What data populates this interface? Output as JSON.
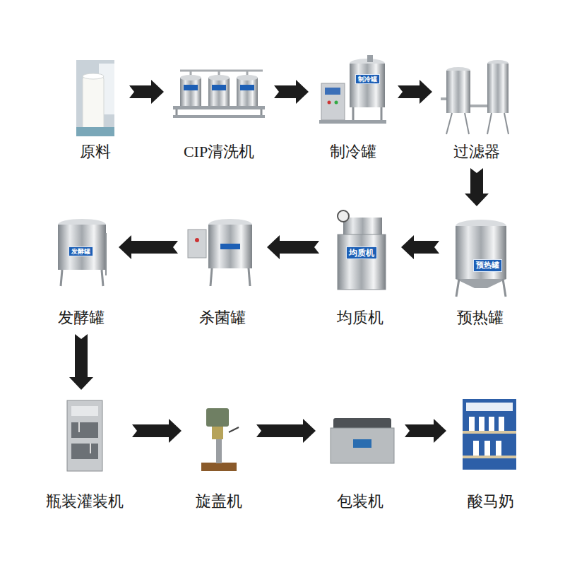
{
  "diagram": {
    "nodes": [
      {
        "text": [
          "原料"
        ]
      },
      {
        "text": [
          "CIP清洗机"
        ]
      },
      {
        "text": [
          "制冷罐"
        ]
      },
      {
        "text": [
          "过滤器"
        ]
      },
      {
        "text": [
          "预热罐"
        ]
      },
      {
        "text": [
          "均质机"
        ]
      },
      {
        "text": [
          "杀菌罐"
        ]
      },
      {
        "text": [
          "发酵罐"
        ]
      },
      {
        "text": [
          "瓶装灌装机"
        ]
      },
      {
        "text": [
          "旋盖机"
        ]
      },
      {
        "text": [
          "包装机"
        ]
      },
      {
        "text": [
          "酸马奶"
        ]
      }
    ],
    "edges": [
      {
        "from": 0,
        "to": 1,
        "arrow": "to"
      },
      {
        "from": 1,
        "to": 2,
        "arrow": "to"
      },
      {
        "from": 2,
        "to": 3,
        "arrow": "to"
      },
      {
        "from": 3,
        "to": 4,
        "arrow": "to"
      },
      {
        "from": 4,
        "to": 5,
        "arrow": "to"
      },
      {
        "from": 5,
        "to": 6,
        "arrow": "to"
      },
      {
        "from": 6,
        "to": 7,
        "arrow": "to"
      },
      {
        "from": 7,
        "to": 8,
        "arrow": "to"
      },
      {
        "from": 8,
        "to": 9,
        "arrow": "to"
      },
      {
        "from": 9,
        "to": 10,
        "arrow": "to"
      },
      {
        "from": 10,
        "to": 11,
        "arrow": "to"
      }
    ],
    "labels": [
      "制冷罐",
      "均质机",
      "预热罐",
      "发酵罐"
    ]
  }
}
